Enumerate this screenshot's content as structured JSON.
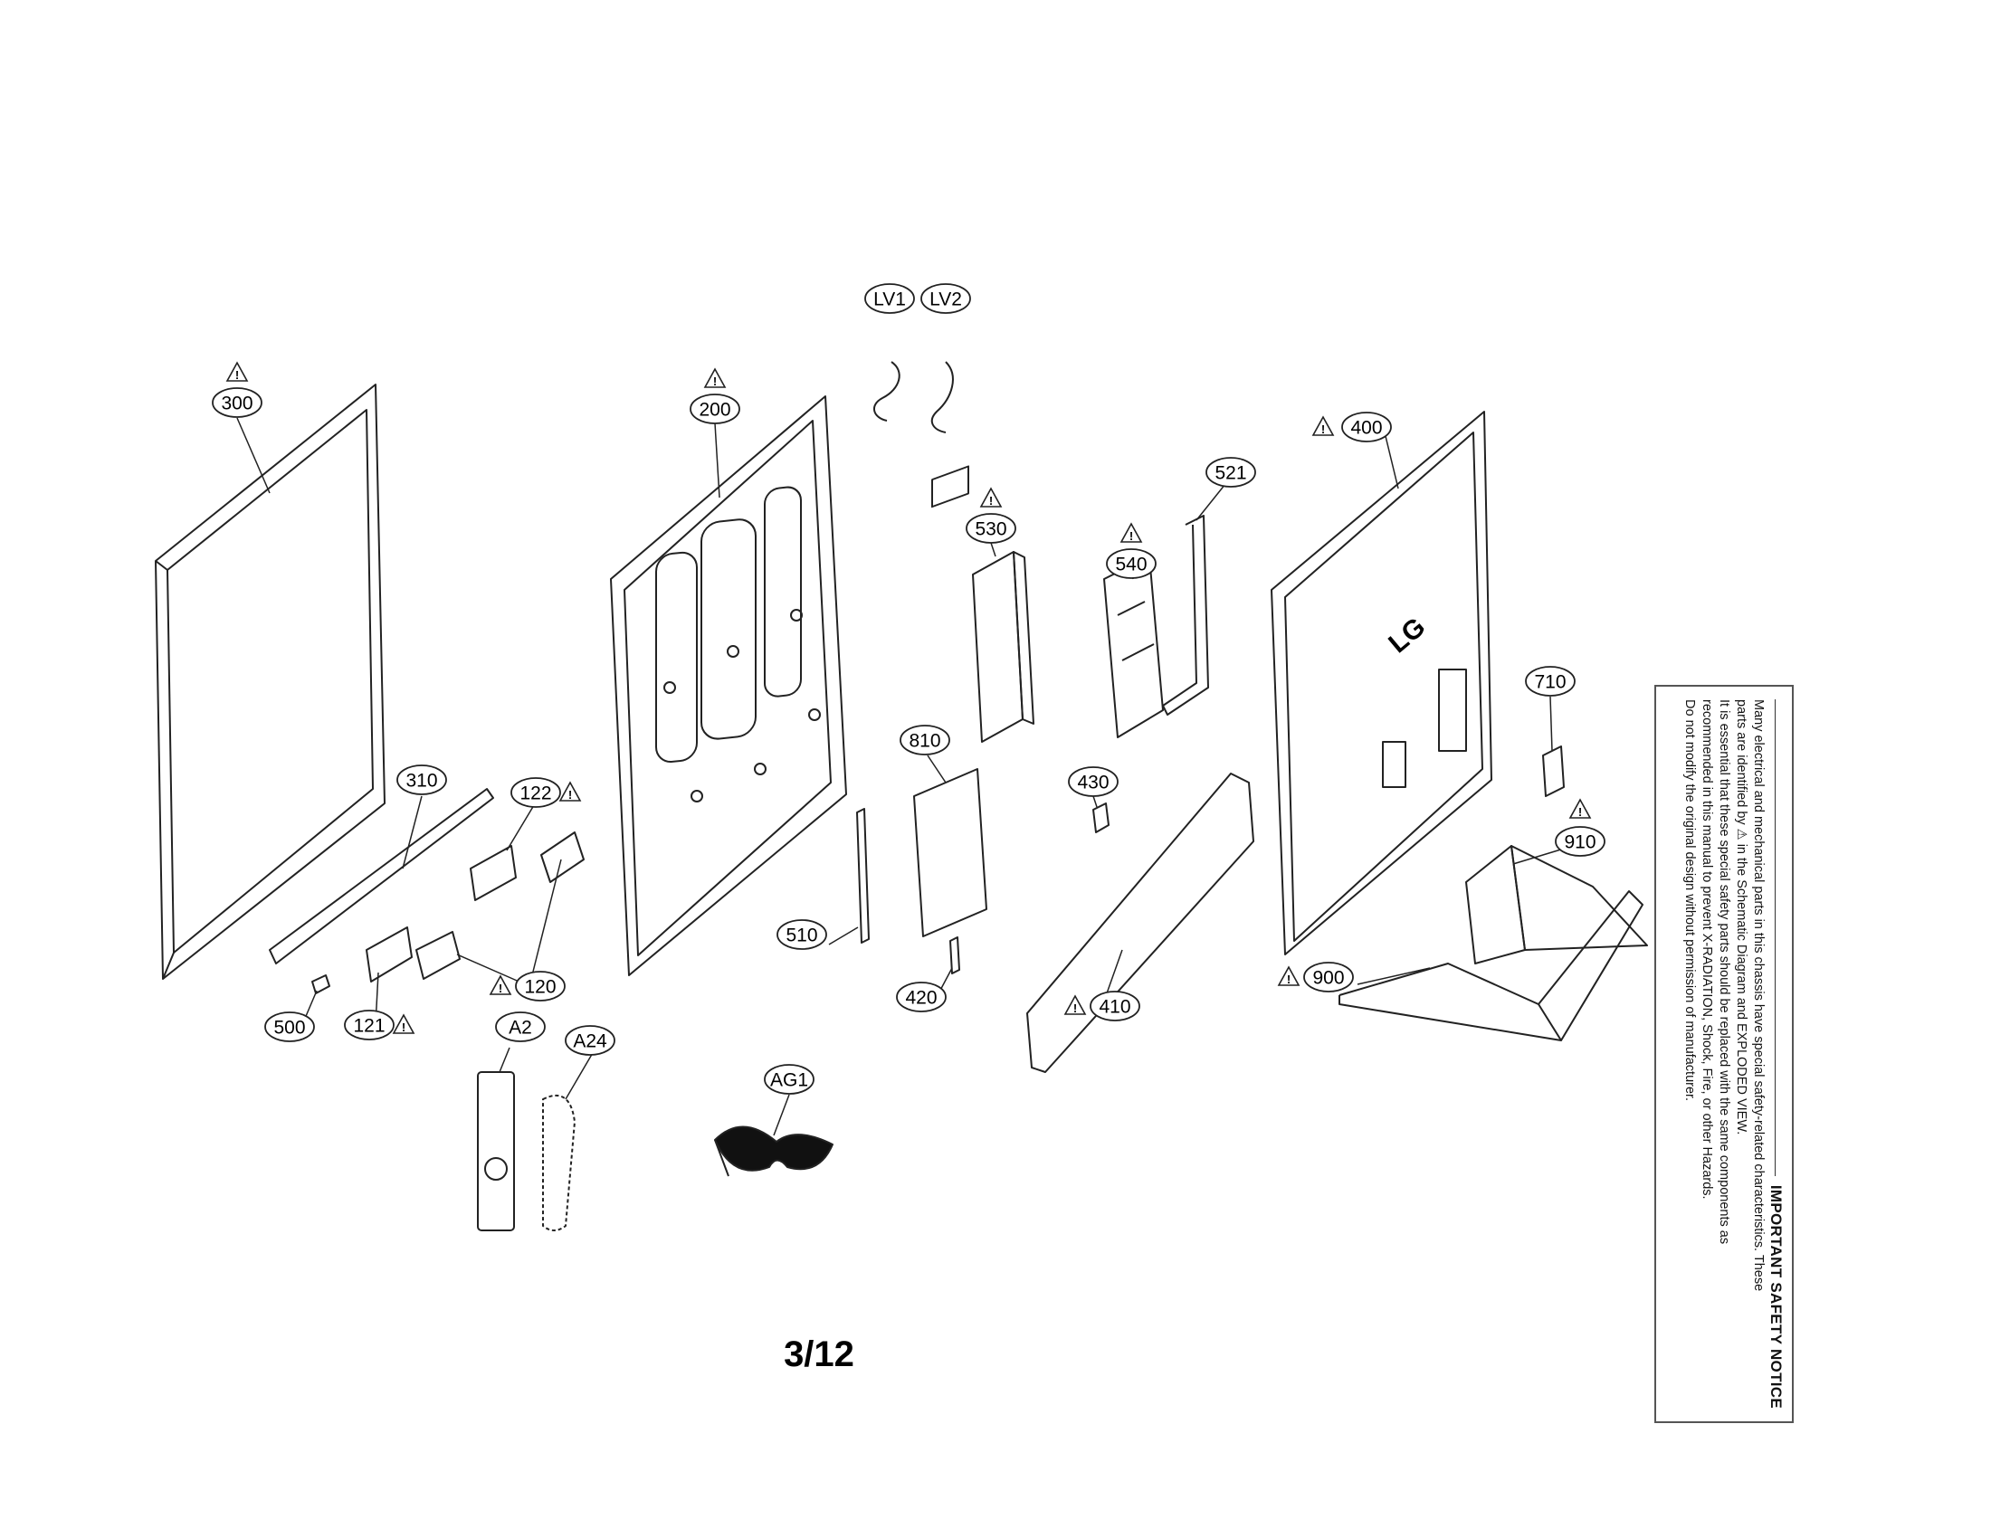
{
  "diagram": {
    "title": "Exploded view",
    "warning_symbol": "!",
    "callouts": [
      {
        "id": "c300",
        "label": "300",
        "warning": true
      },
      {
        "id": "c200",
        "label": "200",
        "warning": true
      },
      {
        "id": "cLV1",
        "label": "LV1",
        "warning": false
      },
      {
        "id": "cLV2",
        "label": "LV2",
        "warning": false
      },
      {
        "id": "c400",
        "label": "400",
        "warning": true
      },
      {
        "id": "c521",
        "label": "521",
        "warning": false
      },
      {
        "id": "c530",
        "label": "530",
        "warning": true
      },
      {
        "id": "c540",
        "label": "540",
        "warning": true
      },
      {
        "id": "c710",
        "label": "710",
        "warning": false
      },
      {
        "id": "c310",
        "label": "310",
        "warning": false
      },
      {
        "id": "c122",
        "label": "122",
        "warning": true
      },
      {
        "id": "c810",
        "label": "810",
        "warning": false
      },
      {
        "id": "c430",
        "label": "430",
        "warning": false
      },
      {
        "id": "c910",
        "label": "910",
        "warning": true
      },
      {
        "id": "c510",
        "label": "510",
        "warning": false
      },
      {
        "id": "c120",
        "label": "120",
        "warning": true
      },
      {
        "id": "c420",
        "label": "420",
        "warning": false
      },
      {
        "id": "c410",
        "label": "410",
        "warning": true
      },
      {
        "id": "c900",
        "label": "900",
        "warning": true
      },
      {
        "id": "c500",
        "label": "500",
        "warning": false
      },
      {
        "id": "c121",
        "label": "121",
        "warning": true
      },
      {
        "id": "cA2",
        "label": "A2",
        "warning": false
      },
      {
        "id": "cA24",
        "label": "A24",
        "warning": false
      },
      {
        "id": "cAG1",
        "label": "AG1",
        "warning": false
      }
    ],
    "back_cover_logo": "LG"
  },
  "page_number": "3/12",
  "safety_notice": {
    "title": "IMPORTANT SAFETY NOTICE",
    "lines": [
      "Many electrical and mechanical parts in this chassis have special safety-related characteristics. These",
      "parts are identified by ⚠ in the Schematic Diagram and EXPLODED VIEW.",
      "It is essential that these special safety parts should be replaced with the same components as",
      "recommended in this manual to prevent X-RADIATION, Shock, Fire, or other Hazards.",
      "Do not modify the original design without permission of manufacturer."
    ]
  }
}
